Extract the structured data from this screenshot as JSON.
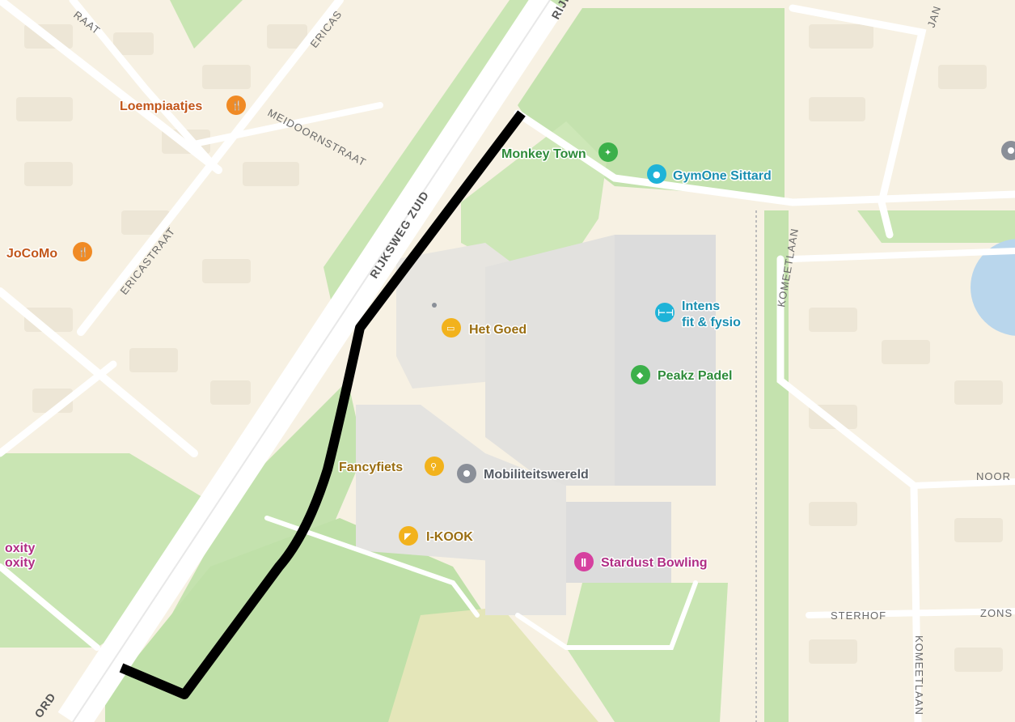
{
  "map": {
    "streets": {
      "rijksweg_zuid_top": "RIJKS",
      "rijksweg_zuid": "RIJKSWEG ZUID",
      "ericastraat_top": "ERICAS",
      "ericastraat": "ERICASTRAAT",
      "meidoornstraat": "MEIDOORNSTRAAT",
      "straat_top_left": "RAAT",
      "jan_top": "JAN",
      "kometlaan_left": "KOMEETLAAN",
      "kometlaan_bottom": "KOMEETLAAN",
      "sterhof": "STERHOF",
      "zons": "ZONS",
      "noor": "NOOR",
      "nord_bottom": "ORD"
    },
    "pois": [
      {
        "key": "loempiaatjes",
        "label": "Loempiaatjes",
        "icon": "restaurant-icon",
        "color": "#f08a24",
        "label_color": "#c2561a",
        "glyph": "🍴"
      },
      {
        "key": "jocomo",
        "label": "JoCoMo",
        "icon": "restaurant-icon",
        "color": "#f08a24",
        "label_color": "#c2561a",
        "glyph": "🍴"
      },
      {
        "key": "monkey_town",
        "label": "Monkey Town",
        "icon": "playground-icon",
        "color": "#3cb04a",
        "label_color": "#2e8b3a",
        "glyph": "✦"
      },
      {
        "key": "gymone",
        "label": "GymOne Sittard",
        "icon": "fitness-icon",
        "color": "#1eb3d8",
        "label_color": "#1a8fb0",
        "glyph": "●"
      },
      {
        "key": "intens_1",
        "label": "Intens",
        "icon": "dumbbell-icon",
        "color": "#1eb3d8",
        "label_color": "#1a8fb0",
        "glyph": "⊢⊣"
      },
      {
        "key": "intens_2",
        "label": "fit & fysio",
        "icon": "",
        "color": "#1eb3d8",
        "label_color": "#1a8fb0",
        "glyph": ""
      },
      {
        "key": "het_goed",
        "label": "Het Goed",
        "icon": "shopping-bag-icon",
        "color": "#f2b21c",
        "label_color": "#9a6e12",
        "glyph": "▭"
      },
      {
        "key": "peakz",
        "label": "Peakz Padel",
        "icon": "racket-icon",
        "color": "#3cb04a",
        "label_color": "#2e8b3a",
        "glyph": "◆"
      },
      {
        "key": "fancyfiets",
        "label": "Fancyfiets",
        "icon": "bicycle-icon",
        "color": "#f2b21c",
        "label_color": "#9a6e12",
        "glyph": "⚲"
      },
      {
        "key": "mobiliteitswereld",
        "label": "Mobiliteitswereld",
        "icon": "generic-pin-icon",
        "color": "#8a8f98",
        "label_color": "#555b63",
        "glyph": "●"
      },
      {
        "key": "ikook",
        "label": "I-KOOK",
        "icon": "store-icon",
        "color": "#f2b21c",
        "label_color": "#9a6e12",
        "glyph": "◤"
      },
      {
        "key": "stardust",
        "label": "Stardust Bowling",
        "icon": "bowling-icon",
        "color": "#d6409f",
        "label_color": "#b02d84",
        "glyph": "ǁ"
      },
      {
        "key": "oxity_1",
        "label": "oxity",
        "icon": "",
        "color": "#b02d84",
        "label_color": "#b02d84",
        "glyph": ""
      },
      {
        "key": "oxity_2",
        "label": "oxity",
        "icon": "",
        "color": "#b02d84",
        "label_color": "#b02d84",
        "glyph": ""
      }
    ]
  }
}
